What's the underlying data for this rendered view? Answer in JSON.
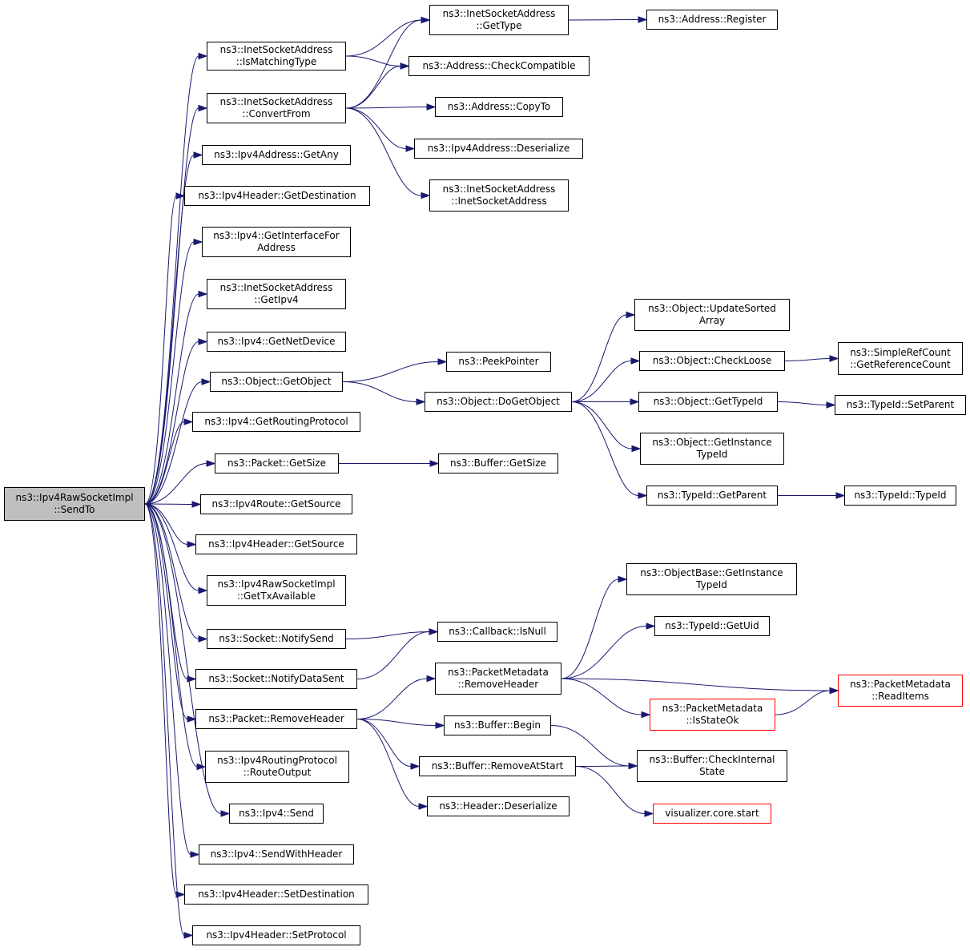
{
  "colors": {
    "edge": "#191970",
    "root_fill": "#bfbfbf",
    "external_border": "#ff0000"
  },
  "nodes": {
    "root": [
      "ns3::Ipv4RawSocketImpl",
      "::SendTo"
    ],
    "isMatchingType": [
      "ns3::InetSocketAddress",
      "::IsMatchingType"
    ],
    "convertFrom": [
      "ns3::InetSocketAddress",
      "::ConvertFrom"
    ],
    "ipv4AddrGetAny": [
      "ns3::Ipv4Address::GetAny"
    ],
    "hdrGetDestination": [
      "ns3::Ipv4Header::GetDestination"
    ],
    "getInterfaceForAddress": [
      "ns3::Ipv4::GetInterfaceFor",
      "Address"
    ],
    "inetGetIpv4": [
      "ns3::InetSocketAddress",
      "::GetIpv4"
    ],
    "getNetDevice": [
      "ns3::Ipv4::GetNetDevice"
    ],
    "getObject": [
      "ns3::Object::GetObject"
    ],
    "getRoutingProtocol": [
      "ns3::Ipv4::GetRoutingProtocol"
    ],
    "packetGetSize": [
      "ns3::Packet::GetSize"
    ],
    "routeGetSource": [
      "ns3::Ipv4Route::GetSource"
    ],
    "hdrGetSource": [
      "ns3::Ipv4Header::GetSource"
    ],
    "getTxAvailable": [
      "ns3::Ipv4RawSocketImpl",
      "::GetTxAvailable"
    ],
    "notifySend": [
      "ns3::Socket::NotifySend"
    ],
    "notifyDataSent": [
      "ns3::Socket::NotifyDataSent"
    ],
    "removeHeader": [
      "ns3::Packet::RemoveHeader"
    ],
    "routeOutput": [
      "ns3::Ipv4RoutingProtocol",
      "::RouteOutput"
    ],
    "ipv4Send": [
      "ns3::Ipv4::Send"
    ],
    "sendWithHeader": [
      "ns3::Ipv4::SendWithHeader"
    ],
    "hdrSetDestination": [
      "ns3::Ipv4Header::SetDestination"
    ],
    "hdrSetProtocol": [
      "ns3::Ipv4Header::SetProtocol"
    ],
    "inetGetType": [
      "ns3::InetSocketAddress",
      "::GetType"
    ],
    "checkCompatible": [
      "ns3::Address::CheckCompatible"
    ],
    "copyTo": [
      "ns3::Address::CopyTo"
    ],
    "ipv4AddrDeserialize": [
      "ns3::Ipv4Address::Deserialize"
    ],
    "inetCtor": [
      "ns3::InetSocketAddress",
      "::InetSocketAddress"
    ],
    "addressRegister": [
      "ns3::Address::Register"
    ],
    "peekPointer": [
      "ns3::PeekPointer"
    ],
    "doGetObject": [
      "ns3::Object::DoGetObject"
    ],
    "bufferGetSize": [
      "ns3::Buffer::GetSize"
    ],
    "callbackIsNull": [
      "ns3::Callback::IsNull"
    ],
    "pmRemoveHeader": [
      "ns3::PacketMetadata",
      "::RemoveHeader"
    ],
    "bufferBegin": [
      "ns3::Buffer::Begin"
    ],
    "bufferRemoveAtStart": [
      "ns3::Buffer::RemoveAtStart"
    ],
    "headerDeserialize": [
      "ns3::Header::Deserialize"
    ],
    "updateSortedArray": [
      "ns3::Object::UpdateSorted",
      "Array"
    ],
    "checkLoose": [
      "ns3::Object::CheckLoose"
    ],
    "objGetTypeId": [
      "ns3::Object::GetTypeId"
    ],
    "objGetInstanceTypeId": [
      "ns3::Object::GetInstance",
      "TypeId"
    ],
    "typeIdGetParent": [
      "ns3::TypeId::GetParent"
    ],
    "simpleRefCount": [
      "ns3::SimpleRefCount",
      "::GetReferenceCount"
    ],
    "typeIdSetParent": [
      "ns3::TypeId::SetParent"
    ],
    "typeIdCtor": [
      "ns3::TypeId::TypeId"
    ],
    "objBaseGetInstanceTypeId": [
      "ns3::ObjectBase::GetInstance",
      "TypeId"
    ],
    "typeIdGetUid": [
      "ns3::TypeId::GetUid"
    ],
    "pmIsStateOk": [
      "ns3::PacketMetadata",
      "::IsStateOk"
    ],
    "bufferCheckInternalState": [
      "ns3::Buffer::CheckInternal",
      "State"
    ],
    "visualizerStart": [
      "visualizer.core.start"
    ],
    "pmReadItems": [
      "ns3::PacketMetadata",
      "::ReadItems"
    ]
  }
}
